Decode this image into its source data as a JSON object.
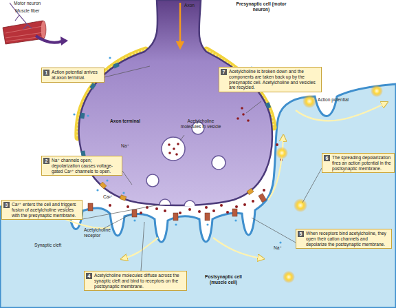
{
  "diagram": {
    "nodes": [
      {
        "text": [
          "1",
          "Action potential arrives at axon terminal."
        ]
      },
      {
        "text": [
          "2",
          "Na⁺ channels open; depolarization causes voltage-gated Ca²⁺ channels to open."
        ]
      },
      {
        "text": [
          "3",
          "Ca²⁺ enters the cell and triggers fusion of acetylcholine vesicles with the presynaptic membrane."
        ]
      },
      {
        "text": [
          "4",
          "Acetylcholine molecules diffuse across the synaptic cleft and bind to receptors on the postsynaptic membrane."
        ]
      },
      {
        "text": [
          "5",
          "When receptors bind acetylcholine, they open their cation channels and depolarize the postsynaptic membrane."
        ]
      },
      {
        "text": [
          "6",
          "The spreading depolarization fires an action potential in the postsynaptic membrane."
        ]
      },
      {
        "text": [
          "7",
          "Acetylcholine is broken down and the components are taken back up by the presynaptic cell. Acetylcholine and vesicles are recycled."
        ]
      }
    ],
    "labels": [
      "Motor neuron",
      "Muscle fiber",
      "Axon",
      "Presynaptic cell (motor neuron)",
      "Axon terminal",
      "Acetylcholine molecules in vesicle",
      "Na⁺",
      "Ca²⁺",
      "Synaptic cleft",
      "Acetylcholine receptor",
      "Action potential",
      "Na⁺",
      "Postsynaptic cell (muscle cell)"
    ]
  }
}
